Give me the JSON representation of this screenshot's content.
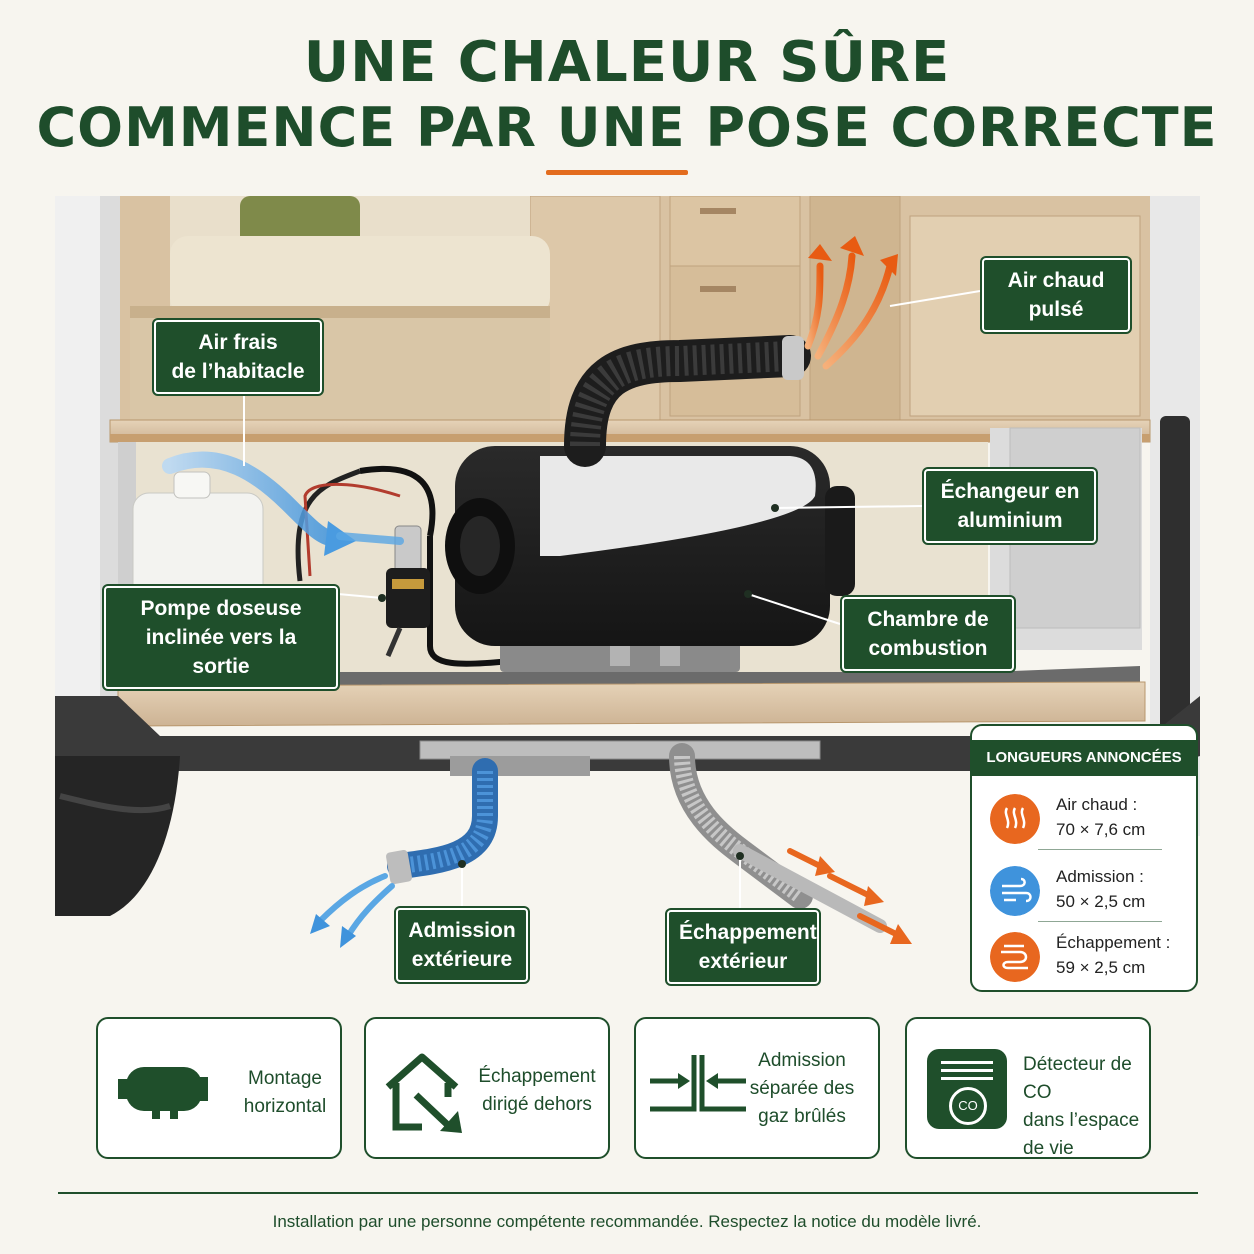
{
  "header": {
    "line1": "UNE CHALEUR SÛRE",
    "line2": "COMMENCE PAR UNE POSE CORRECTE"
  },
  "labels": {
    "air_chaud": "Air chaud\npulsé",
    "air_frais": "Air frais\nde l’habitacle",
    "echangeur": "Échangeur en\naluminium",
    "pompe": "Pompe doseuse\ninclinée vers la sortie",
    "chambre": "Chambre de\ncombustion",
    "admission": "Admission\nextérieure",
    "echappement": "Échappement\nextérieur"
  },
  "legend": {
    "title": "LONGUEURS ANNONCÉES",
    "items": [
      {
        "label": "Air chaud :",
        "value": "70 × 7,6 cm",
        "icon": "heat-waves-icon",
        "color": "#e8671f"
      },
      {
        "label": "Admission :",
        "value": "50 × 2,5 cm",
        "icon": "wind-icon",
        "color": "#3f93dc"
      },
      {
        "label": "Échappement :",
        "value": "59 × 2,5 cm",
        "icon": "exhaust-swirl-icon",
        "color": "#e8671f"
      }
    ]
  },
  "cards": [
    {
      "text": "Montage\nhorizontal",
      "icon": "heater-icon"
    },
    {
      "text": "Échappement\ndirigé dehors",
      "icon": "house-exhaust-icon"
    },
    {
      "text": "Admission\nséparée des\ngaz brûlés",
      "icon": "separated-flow-icon"
    },
    {
      "text": "Détecteur de CO\ndans l’espace\nde vie",
      "icon": "co-detector-icon"
    }
  ],
  "icons": {
    "co_text": "CO"
  },
  "footer": "Installation par une personne compétente recommandée. Respectez la notice du modèle livré.",
  "colors": {
    "brand_green": "#1f4f2b",
    "accent_orange": "#e36c1e",
    "accent_blue": "#3f93dc"
  }
}
